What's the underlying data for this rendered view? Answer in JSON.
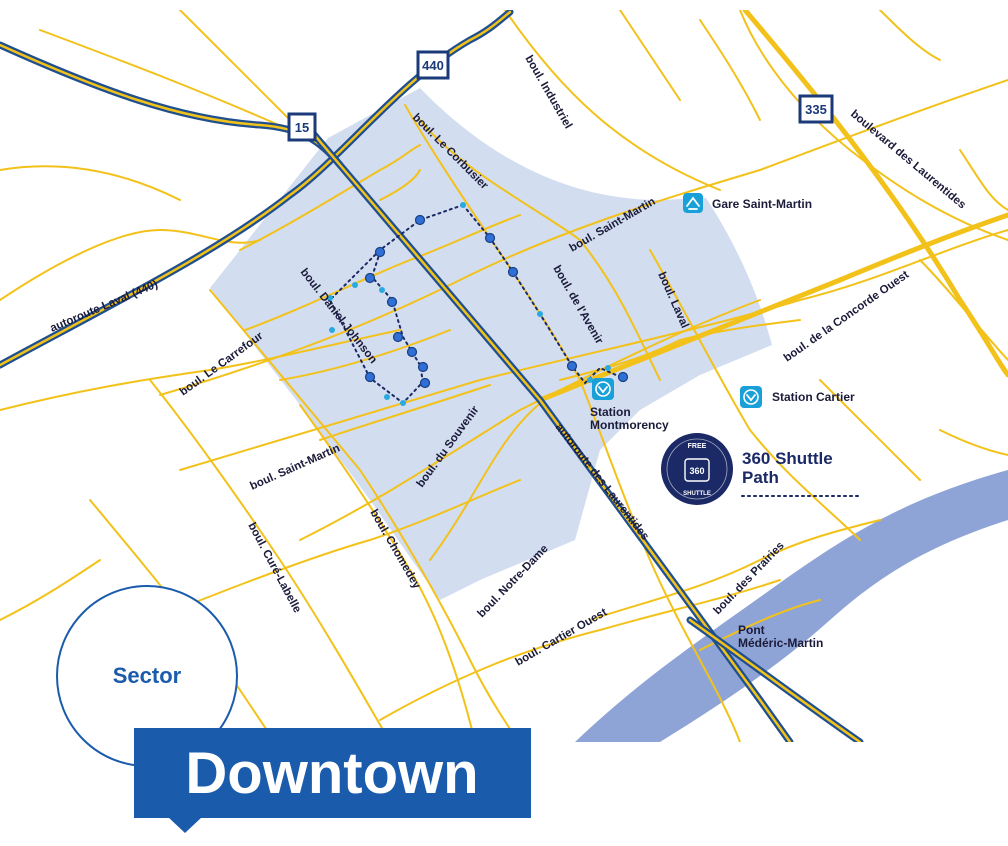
{
  "map": {
    "highway_shields": [
      "440",
      "15",
      "335"
    ],
    "highways": [
      "autoroute Laval (440)",
      "autoroute des Laurentides"
    ],
    "streets": [
      "boul. Industriel",
      "boul. Le Corbusier",
      "boul. Saint-Martin",
      "boulevard des Laurentides",
      "boul. de l'Avenir",
      "boul. Laval",
      "boul. de la Concorde Ouest",
      "boul. Daniel-Johnson",
      "boul. Le Carrefour",
      "boul. Saint-Martin",
      "boul. du Souvenir",
      "boul. Curé-Labelle",
      "boul. Chomedey",
      "boul. Notre-Dame",
      "boul. Cartier Ouest",
      "boul. des Prairies"
    ],
    "stations": [
      {
        "name": "Gare Saint-Martin",
        "icon": "train-icon"
      },
      {
        "name": "Station Cartier",
        "icon": "metro-icon"
      },
      {
        "name": "Station Montmorency",
        "icon": "metro-icon"
      }
    ],
    "bridge": "Pont Médéric-Martin",
    "colors": {
      "road": "#f2c21a",
      "highway": "#1f4f8f",
      "sector_fill": "#d3ddf0",
      "river": "#8fa4d6",
      "shuttle_stop": "#2f6fd6",
      "brand": "#1a5bab",
      "legend_circle": "#1b2a66"
    }
  },
  "legend": {
    "badge_top": "FREE",
    "badge_center": "360",
    "badge_bottom": "SHUTTLE",
    "title": "360 Shuttle Path"
  },
  "sector": {
    "label": "Sector",
    "name": "Downtown"
  }
}
